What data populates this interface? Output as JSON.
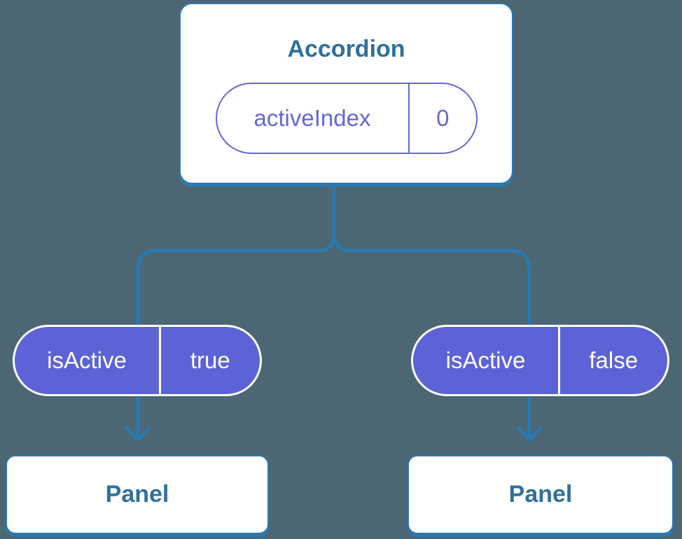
{
  "colors": {
    "background": "#4c6773",
    "connector_blue": "#2b79b0",
    "component_title_blue": "#2f709d",
    "prop_pill_purple": "#5d63d6",
    "prop_pill_purple_text": "#6367d9",
    "card_background": "#ffffff",
    "solid_pill_text": "#ffffff"
  },
  "root_component": {
    "title": "Accordion",
    "prop": {
      "name": "activeIndex",
      "value": "0"
    }
  },
  "children": [
    {
      "prop": {
        "name": "isActive",
        "value": "true"
      },
      "component": {
        "title": "Panel"
      }
    },
    {
      "prop": {
        "name": "isActive",
        "value": "false"
      },
      "component": {
        "title": "Panel"
      }
    }
  ]
}
